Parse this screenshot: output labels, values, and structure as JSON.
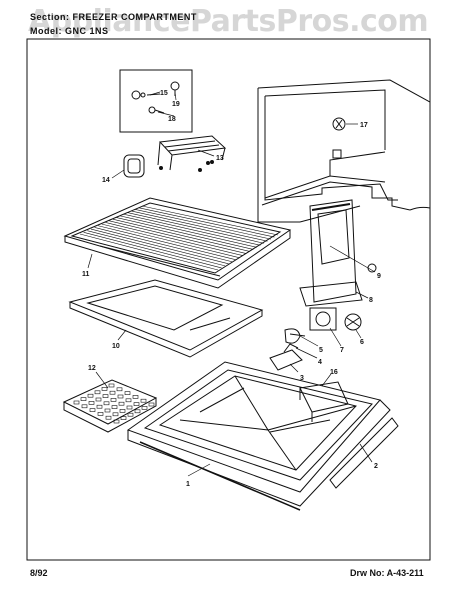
{
  "watermark": "AppliancePartsPros.com",
  "header": {
    "section_line": "Section: FREEZER COMPARTMENT",
    "model_line": "Model: GNC 1NS"
  },
  "footer": {
    "date": "8/92",
    "drawing_number": "Drw No: A-43-211"
  },
  "callouts": [
    {
      "id": "1",
      "label": "1"
    },
    {
      "id": "2",
      "label": "2"
    },
    {
      "id": "3",
      "label": "3"
    },
    {
      "id": "4",
      "label": "4"
    },
    {
      "id": "5",
      "label": "5"
    },
    {
      "id": "6",
      "label": "6"
    },
    {
      "id": "7",
      "label": "7"
    },
    {
      "id": "8",
      "label": "8"
    },
    {
      "id": "9",
      "label": "9"
    },
    {
      "id": "10",
      "label": "10"
    },
    {
      "id": "11",
      "label": "11"
    },
    {
      "id": "12",
      "label": "12"
    },
    {
      "id": "13",
      "label": "13"
    },
    {
      "id": "14",
      "label": "14"
    },
    {
      "id": "15",
      "label": "15"
    },
    {
      "id": "16",
      "label": "16"
    },
    {
      "id": "17",
      "label": "17"
    },
    {
      "id": "18",
      "label": "18"
    },
    {
      "id": "19",
      "label": "19"
    }
  ]
}
